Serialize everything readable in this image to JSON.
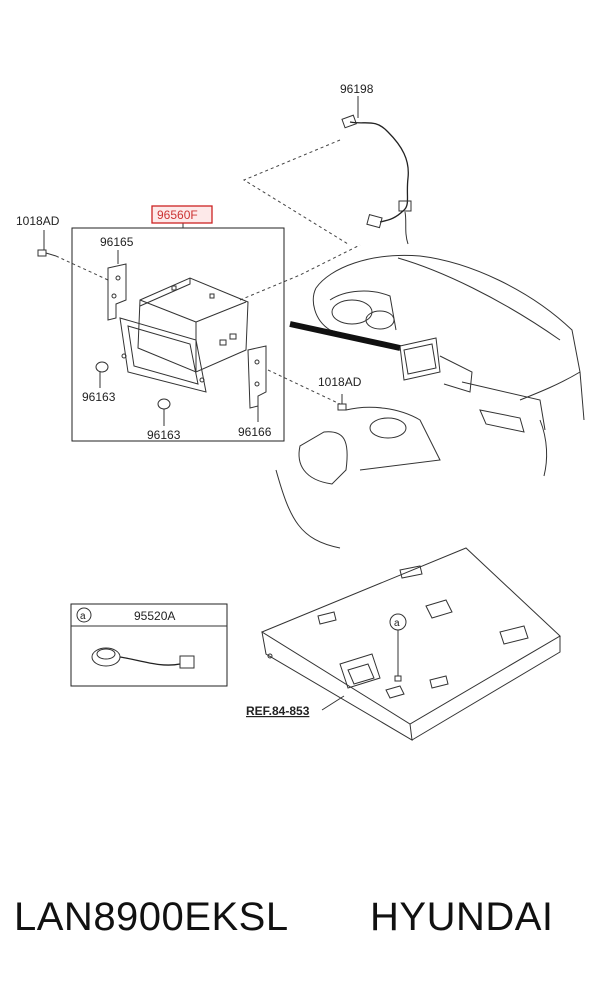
{
  "diagram": {
    "labels": {
      "wire_96198": "96198",
      "unit_96560F": "96560F",
      "bolt_left": "1018AD",
      "bracket_left": "96165",
      "knob_left": "96163",
      "knob_bottom": "96163",
      "bracket_right": "96166",
      "bolt_right": "1018AD",
      "inset_marker": "a",
      "inset_part": "95520A",
      "headliner_marker": "a",
      "reference": "REF.84-853"
    },
    "highlight_color": "#cc2222"
  },
  "footer": {
    "part_number": "LAN8900EKSL",
    "brand": "HYUNDAI"
  }
}
